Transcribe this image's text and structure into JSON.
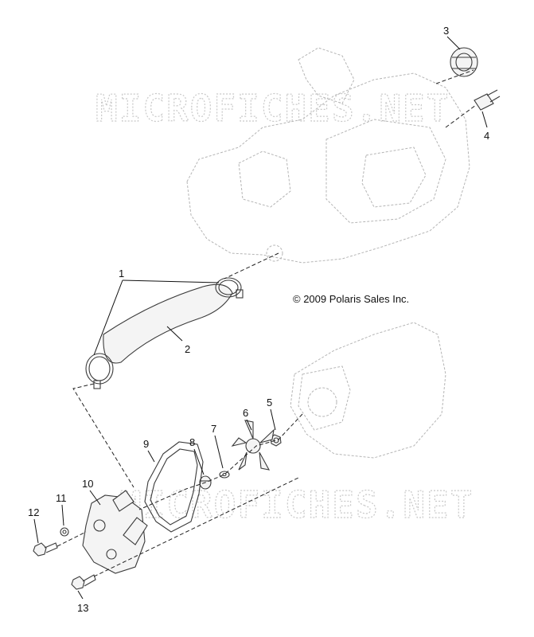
{
  "watermark": "MICROFICHES.NET",
  "copyright": "© 2009 Polaris Sales Inc.",
  "callouts": {
    "c1": "1",
    "c2": "2",
    "c3": "3",
    "c4": "4",
    "c5": "5",
    "c6": "6",
    "c7": "7",
    "c8": "8",
    "c9": "9",
    "c10": "10",
    "c11": "11",
    "c12": "12",
    "c13": "13"
  }
}
